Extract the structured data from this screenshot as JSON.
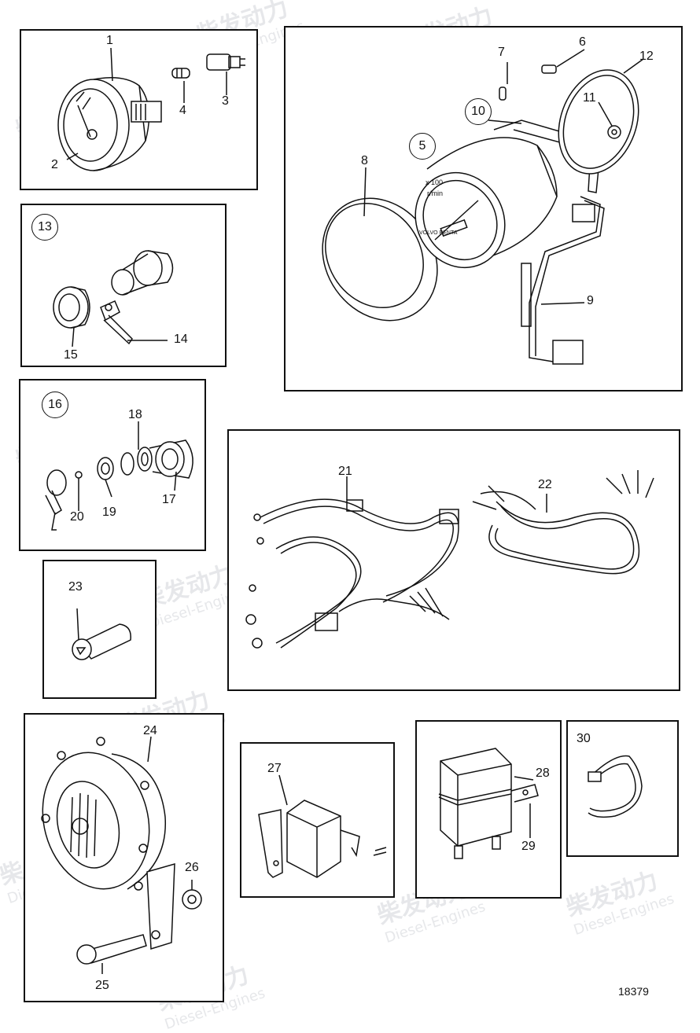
{
  "watermark": {
    "text_cn": "柴发动力",
    "text_en": "Diesel-Engines"
  },
  "document_number": "18379",
  "panels": {
    "gauge": {
      "callouts": [
        "1",
        "2",
        "3",
        "4"
      ]
    },
    "tachometer": {
      "callouts": [
        "6",
        "7",
        "8",
        "9",
        "11",
        "12"
      ],
      "circled": [
        "10",
        "5"
      ],
      "dial_text": [
        "x 100",
        "r/min",
        "VOLVO PENTA"
      ]
    },
    "ignition_switch": {
      "callouts": [
        "14",
        "15"
      ],
      "circled": [
        "13"
      ]
    },
    "key_switch": {
      "callouts": [
        "17",
        "18",
        "19",
        "20"
      ],
      "circled": [
        "16"
      ]
    },
    "wiring_harness": {
      "callouts": [
        "21",
        "22"
      ]
    },
    "fuse": {
      "callouts": [
        "23"
      ]
    },
    "horn": {
      "callouts": [
        "24",
        "25",
        "26"
      ]
    },
    "bracket": {
      "callouts": [
        "27"
      ]
    },
    "relay": {
      "callouts": [
        "28",
        "29"
      ]
    },
    "cable_tie": {
      "callouts": [
        "30"
      ]
    }
  }
}
